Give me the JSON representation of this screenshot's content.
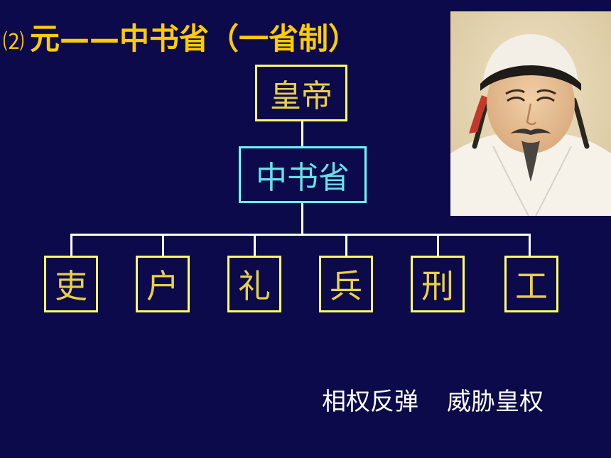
{
  "title": {
    "number": "⑵",
    "main": "元——中书省（一省制）"
  },
  "chart": {
    "emperor": "皇帝",
    "secretariat": "中书省",
    "ministries": [
      "吏",
      "户",
      "礼",
      "兵",
      "刑",
      "工"
    ]
  },
  "footer": {
    "left": "相权反弹",
    "right": "威胁皇权"
  },
  "colors": {
    "background": "#0c0a4a",
    "title": "#ffcc00",
    "box_border_yellow": "#ffff66",
    "box_border_cyan": "#66ffff"
  }
}
